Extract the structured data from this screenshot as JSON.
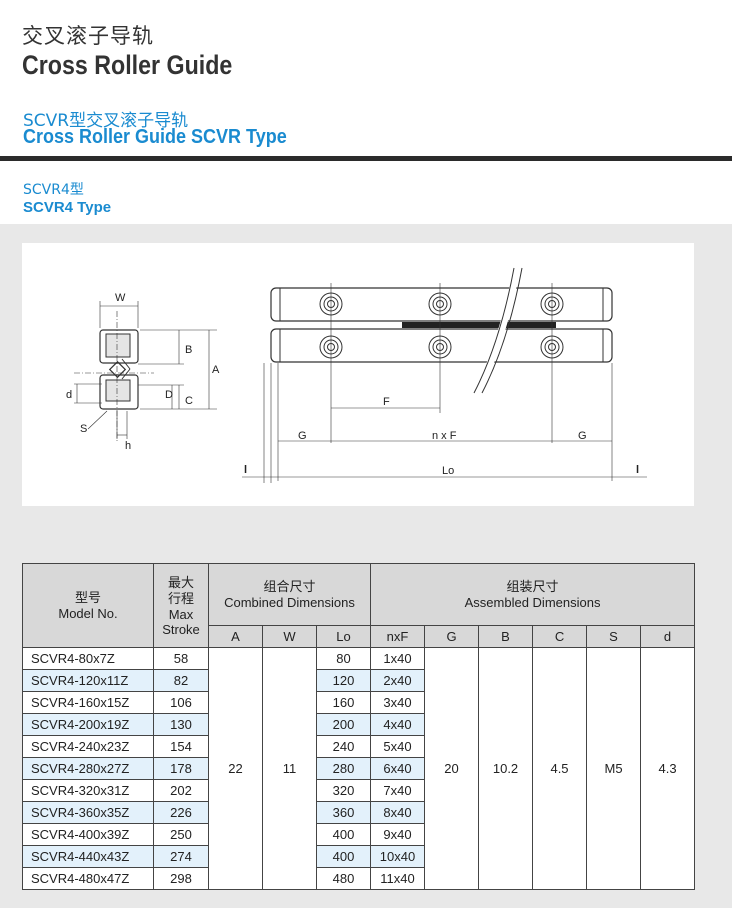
{
  "title": {
    "zh": "交叉滚子导轨",
    "en": "Cross Roller Guide"
  },
  "section": {
    "zh": "SCVR型交叉滚子导轨",
    "en": "Cross Roller Guide SCVR Type"
  },
  "subsection": {
    "zh": "SCVR4型",
    "en": "SCVR4 Type"
  },
  "drawing_labels": {
    "w": "W",
    "b": "B",
    "a": "A",
    "c": "C",
    "d_upper": "D",
    "d_lower": "d",
    "s": "S",
    "h": "h",
    "f": "F",
    "g_left": "G",
    "nxf": "n x F",
    "g_right": "G",
    "l_left": "l",
    "lo": "Lo",
    "l_right": "l"
  },
  "table": {
    "h_model_zh": "型号",
    "h_model_en": "Model No.",
    "h_stroke_zh1": "最大",
    "h_stroke_zh2": "行程",
    "h_stroke_en1": "Max",
    "h_stroke_en2": "Stroke",
    "h_combined_zh": "组合尺寸",
    "h_combined_en": "Combined Dimensions",
    "h_assembled_zh": "组装尺寸",
    "h_assembled_en": "Assembled Dimensions",
    "sub_a": "A",
    "sub_w": "W",
    "sub_lo": "Lo",
    "sub_nxf": "nxF",
    "sub_g": "G",
    "sub_b": "B",
    "sub_c": "C",
    "sub_s": "S",
    "sub_d": "d",
    "shared": {
      "a": "22",
      "w": "11",
      "g": "20",
      "b": "10.2",
      "c": "4.5",
      "s": "M5",
      "d": "4.3"
    },
    "rows": [
      {
        "model": "SCVR4-80x7Z",
        "stroke": "58",
        "lo": "80",
        "nxf": "1x40"
      },
      {
        "model": "SCVR4-120x11Z",
        "stroke": "82",
        "lo": "120",
        "nxf": "2x40"
      },
      {
        "model": "SCVR4-160x15Z",
        "stroke": "106",
        "lo": "160",
        "nxf": "3x40"
      },
      {
        "model": "SCVR4-200x19Z",
        "stroke": "130",
        "lo": "200",
        "nxf": "4x40"
      },
      {
        "model": "SCVR4-240x23Z",
        "stroke": "154",
        "lo": "240",
        "nxf": "5x40"
      },
      {
        "model": "SCVR4-280x27Z",
        "stroke": "178",
        "lo": "280",
        "nxf": "6x40"
      },
      {
        "model": "SCVR4-320x31Z",
        "stroke": "202",
        "lo": "320",
        "nxf": "7x40"
      },
      {
        "model": "SCVR4-360x35Z",
        "stroke": "226",
        "lo": "360",
        "nxf": "8x40"
      },
      {
        "model": "SCVR4-400x39Z",
        "stroke": "250",
        "lo": "400",
        "nxf": "9x40"
      },
      {
        "model": "SCVR4-440x43Z",
        "stroke": "274",
        "lo": "400",
        "nxf": "10x40"
      },
      {
        "model": "SCVR4-480x47Z",
        "stroke": "298",
        "lo": "480",
        "nxf": "11x40"
      }
    ]
  }
}
